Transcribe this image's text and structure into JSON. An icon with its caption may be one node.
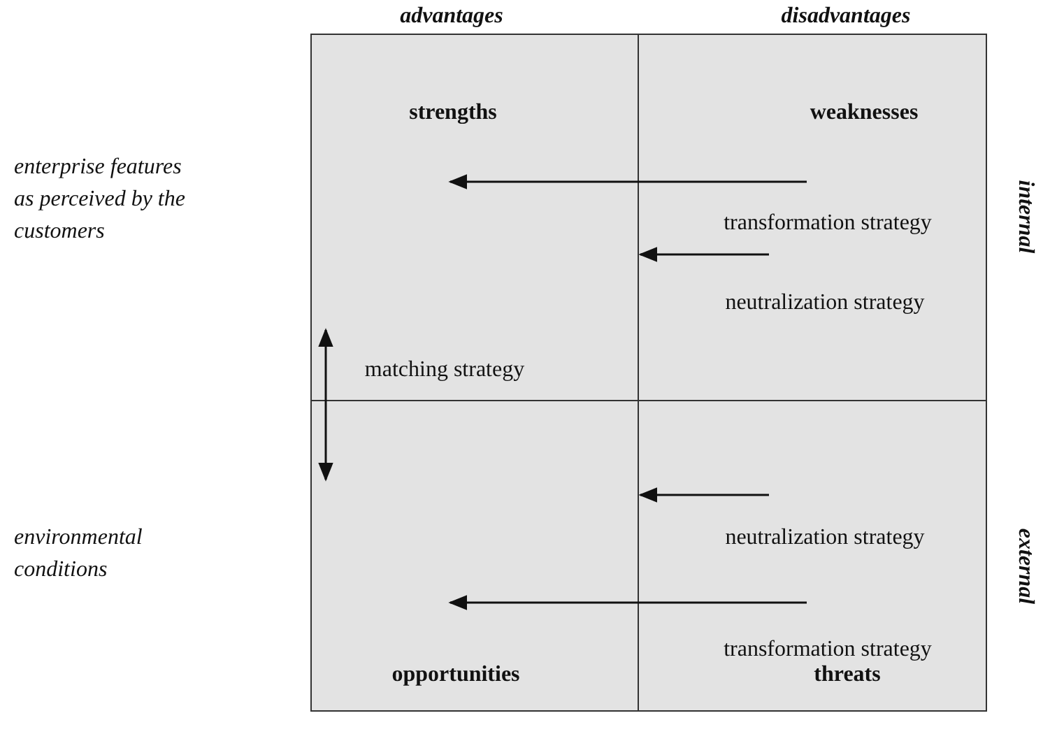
{
  "diagram": {
    "nodes": [
      {
        "text": [
          "strengths"
        ]
      },
      {
        "text": [
          "weaknesses"
        ]
      },
      {
        "text": [
          "opportunities"
        ]
      },
      {
        "text": [
          "threats"
        ]
      }
    ],
    "edges": [
      {
        "from": 1,
        "to": 0,
        "arrow": "to",
        "label": "transformation strategy"
      },
      {
        "from": 1,
        "to": 0,
        "arrow": "to",
        "label": "neutralization strategy"
      },
      {
        "from": 0,
        "to": 2,
        "arrow": "both",
        "label": "matching strategy"
      },
      {
        "from": 3,
        "to": 2,
        "arrow": "to",
        "label": "neutralization strategy"
      },
      {
        "from": 3,
        "to": 2,
        "arrow": "to",
        "label": "transformation strategy"
      }
    ],
    "labels": [
      "advantages",
      "disadvantages",
      "enterprise features as perceived by the customers",
      "internal",
      "environmental conditions",
      "external"
    ]
  }
}
